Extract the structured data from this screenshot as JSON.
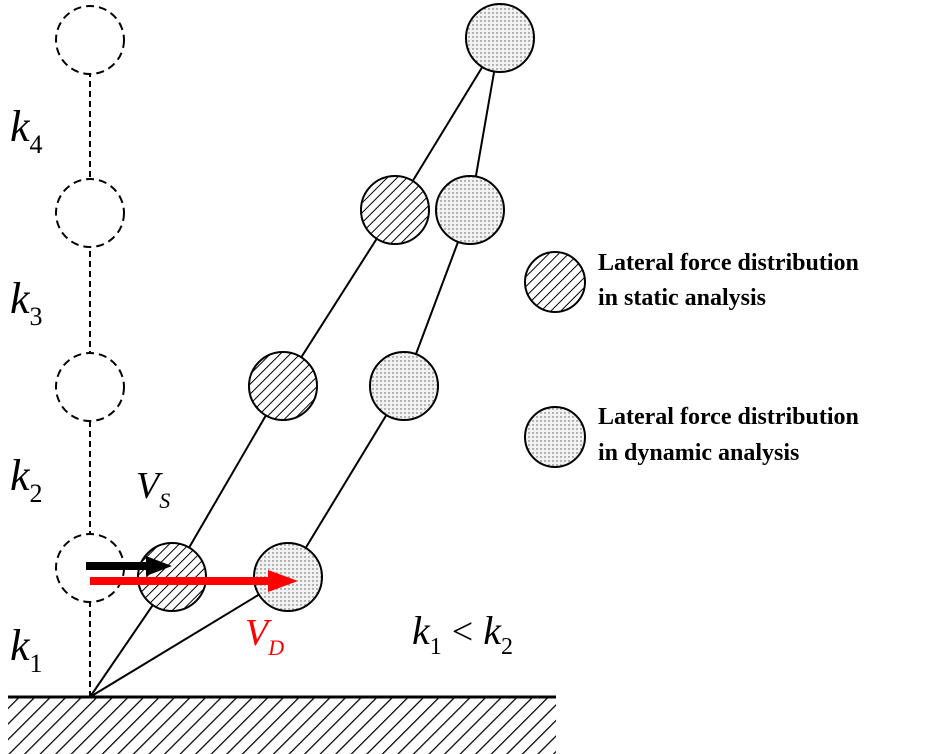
{
  "stiffness_labels": [
    {
      "base": "k",
      "sub": "4"
    },
    {
      "base": "k",
      "sub": "3"
    },
    {
      "base": "k",
      "sub": "2"
    },
    {
      "base": "k",
      "sub": "1"
    }
  ],
  "force_labels": {
    "static": {
      "base": "V",
      "sub": "S",
      "color": "#000000"
    },
    "dynamic": {
      "base": "V",
      "sub": "D",
      "color": "#ff0000"
    }
  },
  "relation": {
    "left_base": "k",
    "left_sub": "1",
    "op": "<",
    "right_base": "k",
    "right_sub": "2"
  },
  "legend": {
    "static_line1": "Lateral force distribution",
    "static_line2": "in static analysis",
    "dynamic_line1": "Lateral force distribution",
    "dynamic_line2": "in dynamic analysis"
  },
  "colors": {
    "static_arrow": "#000000",
    "dynamic_arrow": "#ff0000",
    "dotted_fill": "#f0f0f0"
  }
}
